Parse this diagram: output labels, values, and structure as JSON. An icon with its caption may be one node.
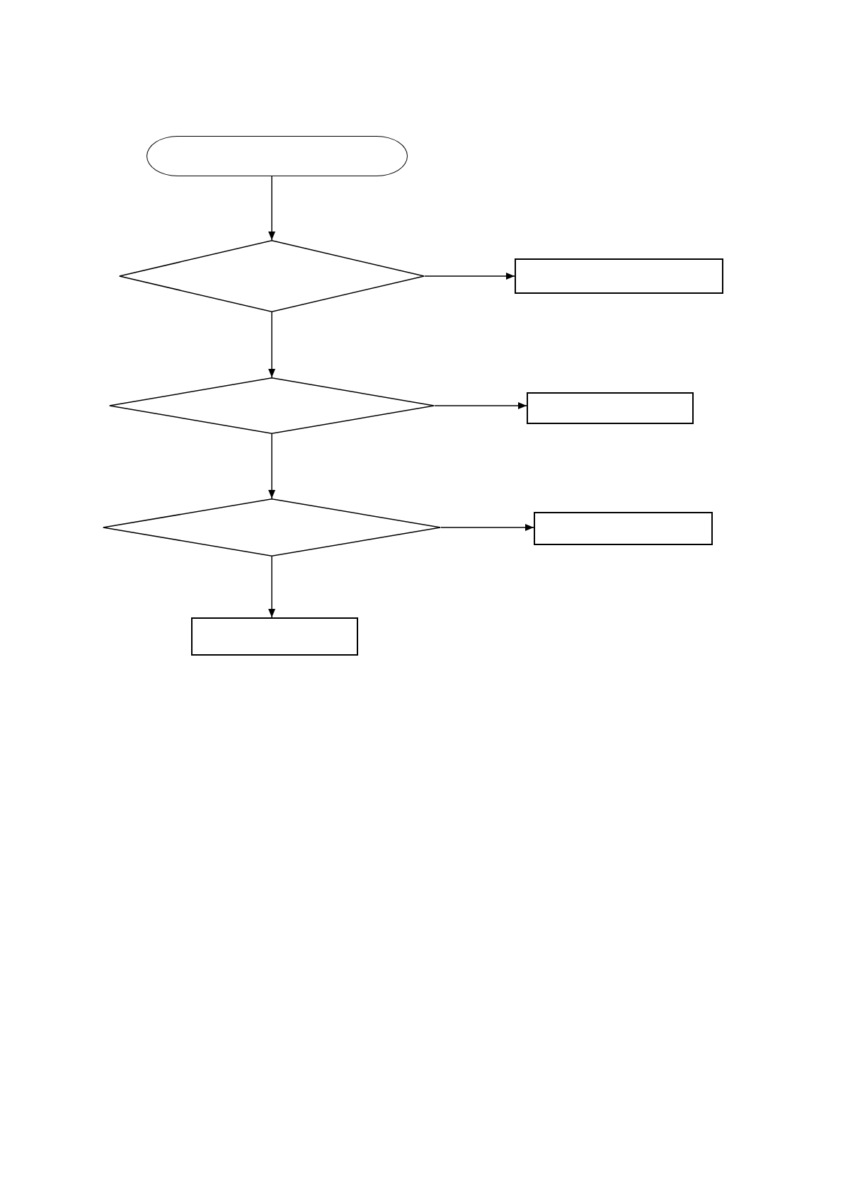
{
  "diagram": {
    "nodes": [
      {
        "text": [],
        "shape": "oval"
      },
      {
        "text": [],
        "shape": "diamond"
      },
      {
        "text": [],
        "shape": "box"
      },
      {
        "text": [],
        "shape": "diamond"
      },
      {
        "text": [],
        "shape": "box"
      },
      {
        "text": [],
        "shape": "diamond"
      },
      {
        "text": [],
        "shape": "box"
      },
      {
        "text": [],
        "shape": "box"
      }
    ],
    "edges": [
      {
        "from": 0,
        "to": 1,
        "arrow": "to"
      },
      {
        "from": 1,
        "to": 2,
        "arrow": "to"
      },
      {
        "from": 1,
        "to": 3,
        "arrow": "to"
      },
      {
        "from": 3,
        "to": 4,
        "arrow": "to"
      },
      {
        "from": 3,
        "to": 5,
        "arrow": "to"
      },
      {
        "from": 5,
        "to": 6,
        "arrow": "to"
      },
      {
        "from": 5,
        "to": 7,
        "arrow": "to"
      }
    ]
  }
}
